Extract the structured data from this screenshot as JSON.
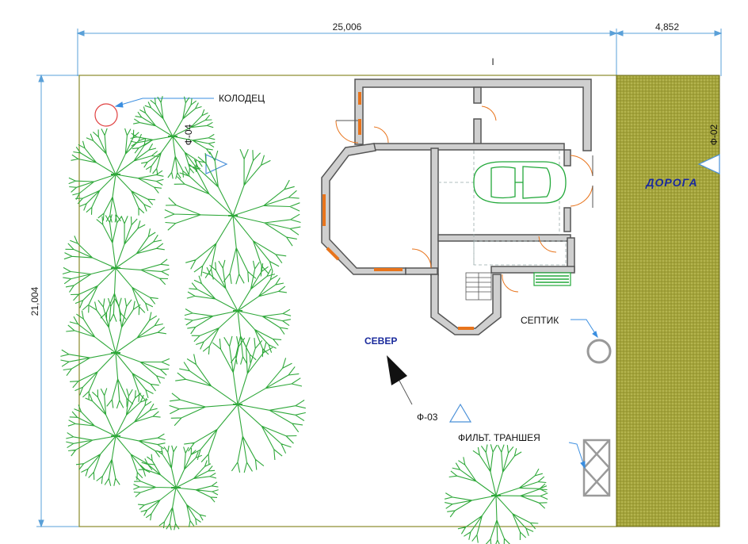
{
  "dimensions": {
    "width_main": "25,006",
    "width_road": "4,852",
    "height": "21,004",
    "marker": "I"
  },
  "labels": {
    "well": "КОЛОДЕЦ",
    "septic": "СЕПТИК",
    "trench": "ФИЛЬТ. ТРАНШЕЯ",
    "north": "СЕВЕР",
    "road": "ДОРОГА"
  },
  "views": {
    "f02": "Ф-02",
    "f03": "Ф-03",
    "f04": "Ф-04"
  },
  "colors": {
    "plot_border": "#8a8a2a",
    "road_fill": "#9a9a2e",
    "dimension_line": "#5aa0d8",
    "tree": "#2fa83a",
    "window": "#e8741c",
    "car": "#22a83a",
    "well": "#e04040",
    "septic": "#999999",
    "leader_arrow": "#3a8ee0"
  },
  "icons": [
    "well-icon",
    "septic-icon",
    "car-icon",
    "tree-icon",
    "north-arrow-icon",
    "view-marker-icon",
    "trench-icon"
  ]
}
